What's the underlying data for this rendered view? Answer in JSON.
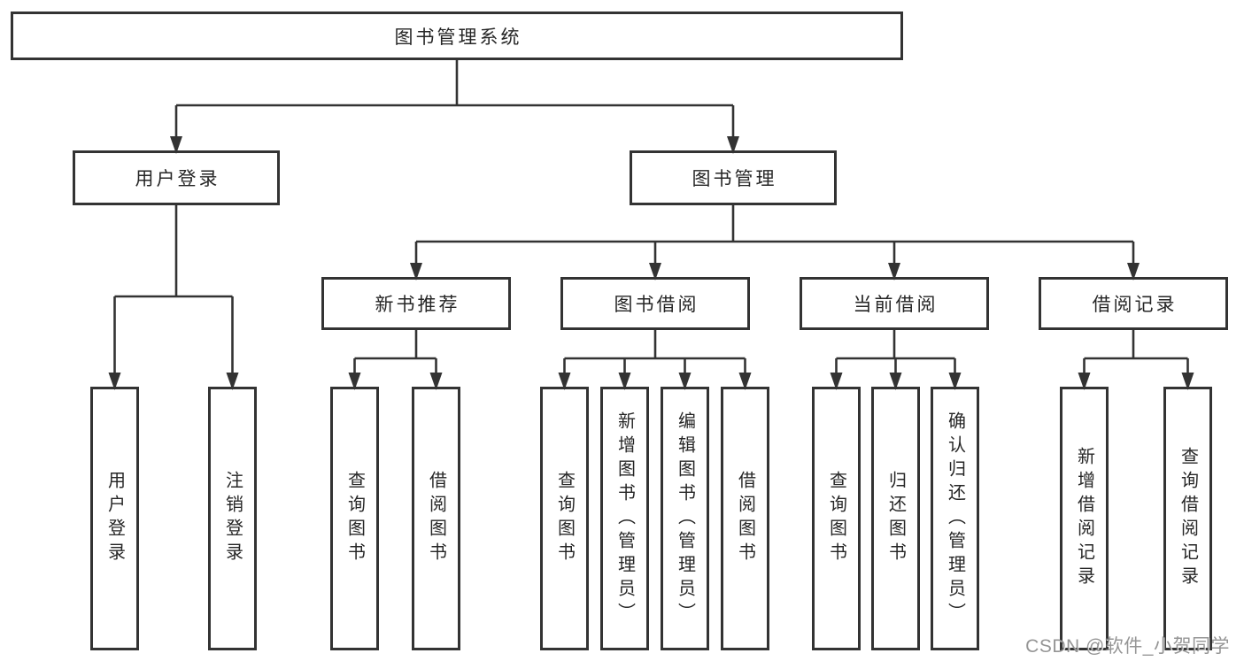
{
  "tree": {
    "root": {
      "label": "图书管理系统"
    },
    "branches": [
      {
        "label": "用户登录",
        "children": [
          {
            "label": "用户登录"
          },
          {
            "label": "注销登录"
          }
        ]
      },
      {
        "label": "图书管理",
        "sections": [
          {
            "label": "新书推荐",
            "children": [
              {
                "label": "查询图书"
              },
              {
                "label": "借阅图书"
              }
            ]
          },
          {
            "label": "图书借阅",
            "children": [
              {
                "label": "查询图书"
              },
              {
                "label": "新增图书（管理员）"
              },
              {
                "label": "编辑图书（管理员）"
              },
              {
                "label": "借阅图书"
              }
            ]
          },
          {
            "label": "当前借阅",
            "children": [
              {
                "label": "查询图书"
              },
              {
                "label": "归还图书"
              },
              {
                "label": "确认归还（管理员）"
              }
            ]
          },
          {
            "label": "借阅记录",
            "children": [
              {
                "label": "新增借阅记录"
              },
              {
                "label": "查询借阅记录"
              }
            ]
          }
        ]
      }
    ]
  },
  "watermark": {
    "text": "CSDN @软件_小贺同学"
  },
  "colors": {
    "line": "#333333",
    "text": "#262626",
    "background": "#ffffff",
    "watermark": "#7a7a7a"
  }
}
